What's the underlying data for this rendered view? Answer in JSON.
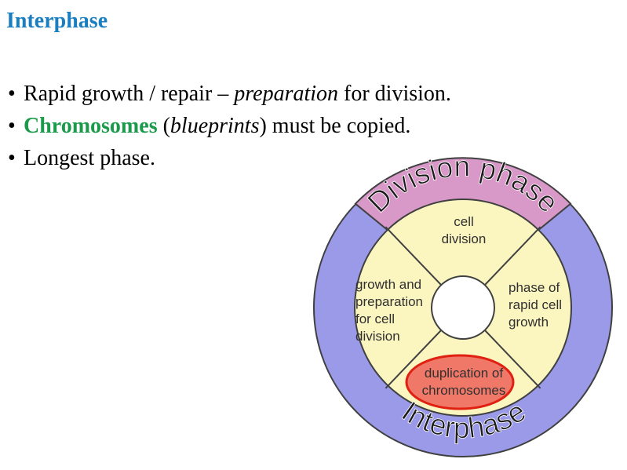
{
  "title": "Interphase",
  "bullets": [
    {
      "segments": [
        {
          "text": "Rapid growth / repair – ",
          "style": "normal"
        },
        {
          "text": "preparation",
          "style": "italic"
        },
        {
          "text": " for division.",
          "style": "normal"
        }
      ]
    },
    {
      "segments": [
        {
          "text": "Chromosomes",
          "style": "keyword"
        },
        {
          "text": " (",
          "style": "normal"
        },
        {
          "text": "blueprints",
          "style": "italic"
        },
        {
          "text": ") must be copied.",
          "style": "normal"
        }
      ]
    },
    {
      "segments": [
        {
          "text": "Longest phase.",
          "style": "normal"
        }
      ]
    }
  ],
  "bullet_symbol": "•",
  "diagram": {
    "outer_top_label": "Division phase",
    "outer_bottom_label": "Interphase",
    "sectors": {
      "top": [
        "cell",
        "division"
      ],
      "right": [
        "phase of",
        "rapid cell",
        "growth"
      ],
      "bottom": [
        "duplication of",
        "chromosomes"
      ],
      "left": [
        "growth and",
        "preparation",
        "for cell",
        "division"
      ]
    }
  },
  "colors": {
    "title": "#1a7fc1",
    "keyword": "#1a9a4a",
    "text": "#000000",
    "ring_blue": "#9a9ae8",
    "ring_pink": "#d898c8",
    "inner_yellow": "#fbf6c0",
    "highlight_fill": "#f07868",
    "highlight_stroke": "#e02010",
    "outline": "#404040"
  }
}
